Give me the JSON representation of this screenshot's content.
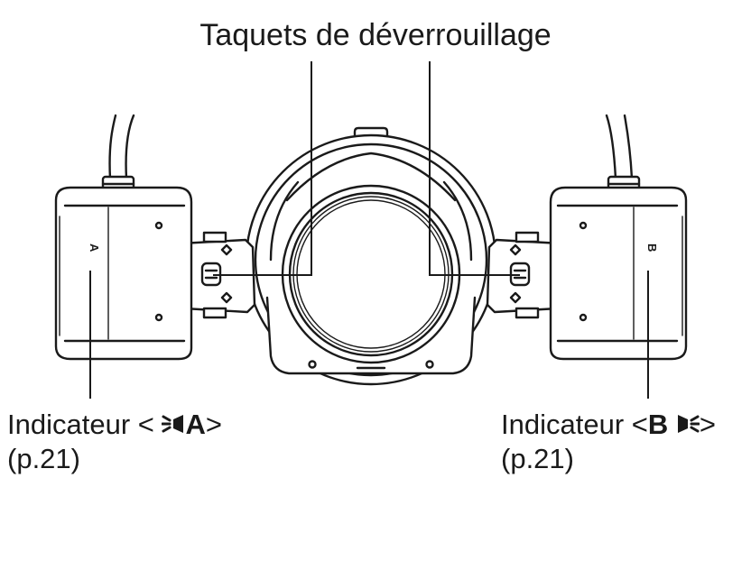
{
  "title": "Taquets de déverrouillage",
  "left_indicator": {
    "prefix": "Indicateur <",
    "letter": "A",
    "suffix": ">",
    "page_ref": "(p.21)",
    "icon": "flash-burst-left-icon"
  },
  "right_indicator": {
    "prefix": "Indicateur <",
    "letter": "B",
    "suffix": ">",
    "page_ref": "(p.21)",
    "icon": "flash-burst-right-icon"
  },
  "head_marks": {
    "left": "A",
    "right": "B"
  },
  "colors": {
    "ink": "#1a1a1a",
    "body_fill": "#ffffff",
    "lens_fill": "#ffffff"
  }
}
